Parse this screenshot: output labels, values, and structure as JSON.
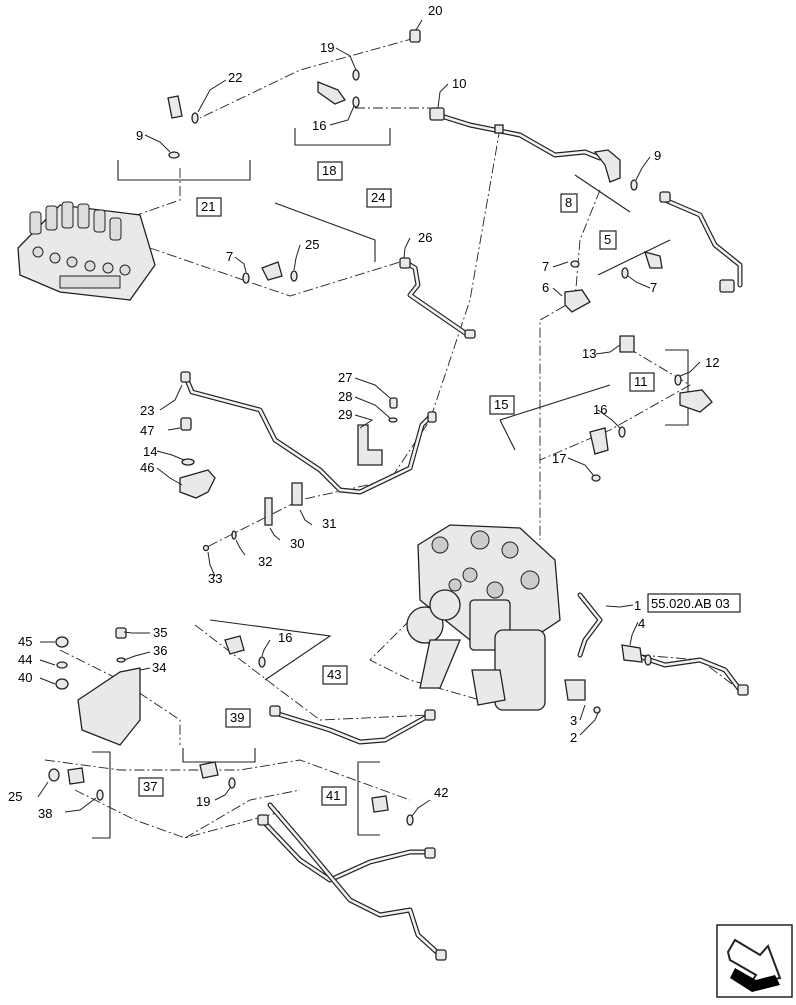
{
  "diagram": {
    "callouts": [
      "1",
      "2",
      "3",
      "4",
      "5",
      "6",
      "7",
      "8",
      "9",
      "10",
      "11",
      "12",
      "13",
      "14",
      "15",
      "16",
      "17",
      "18",
      "19",
      "20",
      "21",
      "22",
      "23",
      "24",
      "25",
      "26",
      "27",
      "28",
      "29",
      "30",
      "31",
      "32",
      "33",
      "34",
      "35",
      "36",
      "37",
      "38",
      "39",
      "40",
      "41",
      "42",
      "43",
      "44",
      "45",
      "46",
      "47"
    ],
    "reference_label": "55.020.AB 03",
    "boxed_labels": [
      "21",
      "18",
      "24",
      "8",
      "5",
      "11",
      "15",
      "43",
      "39",
      "37",
      "41"
    ],
    "nav_icon": "return-arrow-icon"
  }
}
